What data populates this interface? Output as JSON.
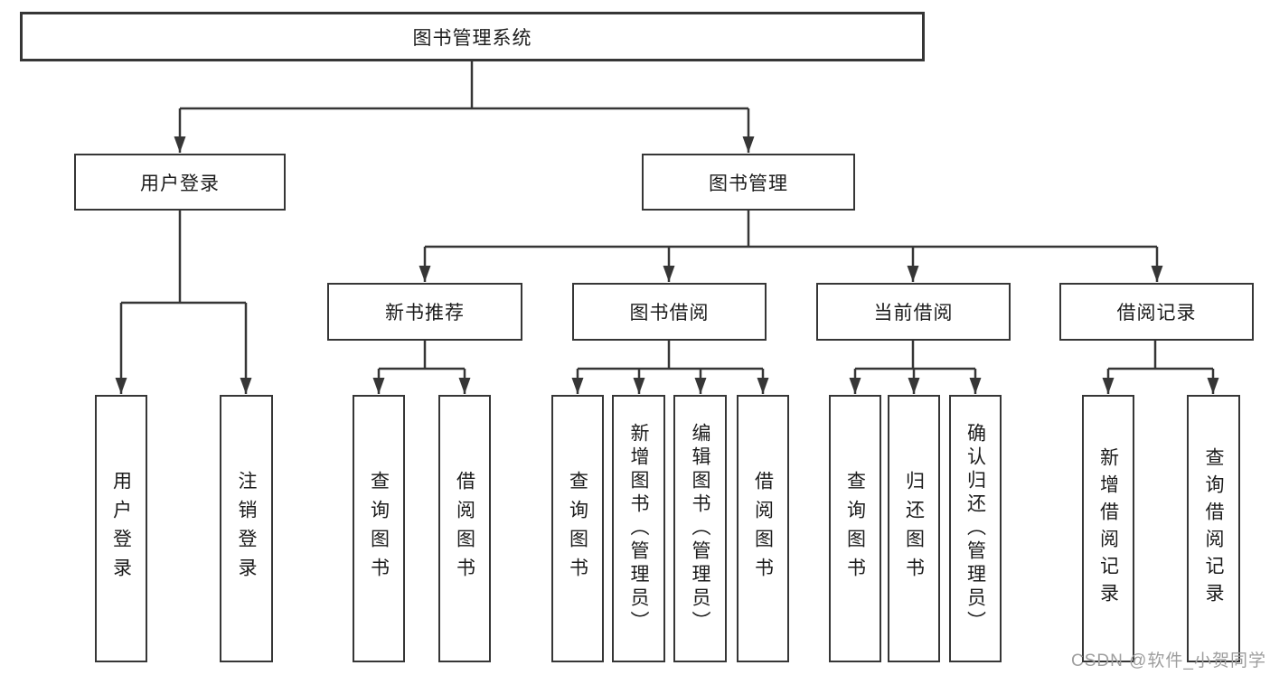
{
  "nodes": {
    "root": "图书管理系统",
    "user_login": "用户登录",
    "book_mgmt": "图书管理",
    "new_book_rec": "新书推荐",
    "book_borrow": "图书借阅",
    "current_borrow": "当前借阅",
    "borrow_records": "借阅记录",
    "leaf_user_login": "用户登录",
    "leaf_logout": "注销登录",
    "leaf_query_book_1": "查询图书",
    "leaf_borrow_book_1": "借阅图书",
    "leaf_query_book_2": "查询图书",
    "leaf_add_book": "新增图书（管理员）",
    "leaf_edit_book": "编辑图书（管理员）",
    "leaf_borrow_book_2": "借阅图书",
    "leaf_query_book_3": "查询图书",
    "leaf_return_book": "归还图书",
    "leaf_confirm_return": "确认归还（管理员）",
    "leaf_add_borrow_record": "新增借阅记录",
    "leaf_query_borrow_record": "查询借阅记录"
  },
  "watermark": {
    "text": "CSDN @软件_小贺同学"
  },
  "colors": {
    "line": "#363636",
    "text": "#1c1c1c",
    "watermark": "#9e9e9e",
    "background": "#ffffff"
  }
}
